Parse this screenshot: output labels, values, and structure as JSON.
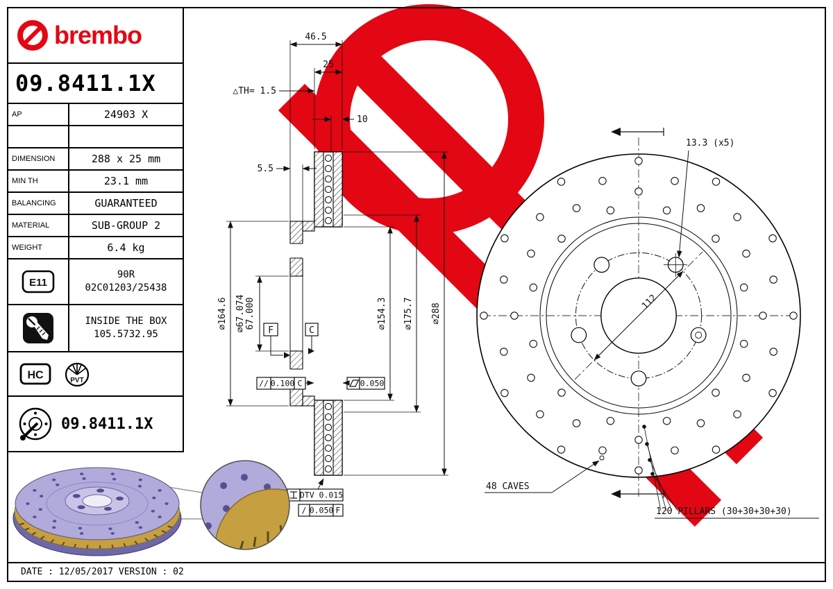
{
  "frame": {
    "date_line": "DATE : 12/05/2017 VERSION : 02"
  },
  "brand": {
    "wordmark": "brembo"
  },
  "header": {
    "part_number": "09.8411.1X"
  },
  "table": {
    "rows": [
      {
        "label": "AP",
        "value": "24903 X"
      },
      {
        "label": "",
        "value": ""
      },
      {
        "label": "DIMENSION",
        "value": "288 x 25 mm"
      },
      {
        "label": "MIN TH",
        "value": "23.1 mm"
      },
      {
        "label": "BALANCING",
        "value": "GUARANTEED"
      },
      {
        "label": "MATERIAL",
        "value": "SUB-GROUP 2"
      },
      {
        "label": "WEIGHT",
        "value": "6.4 kg"
      }
    ],
    "approval": {
      "badge": "E11",
      "line1": "90R",
      "line2": "02C01203/25438"
    },
    "inside_box": {
      "line1": "INSIDE THE BOX",
      "line2": "105.5732.95"
    },
    "badge_hc": "HC",
    "badge_pvt": "PVT",
    "disc_part_number": "09.8411.1X"
  },
  "section": {
    "dim_overall": "46.5",
    "dim_band": "25",
    "dim_th": "△TH= 1.5",
    "dim_plate": "10",
    "dim_hat": "5.5",
    "dia_hat": "⌀164.6",
    "dia_bore_max": "⌀67.074",
    "dia_bore_min": "67.000",
    "dia_inner": "⌀154.3",
    "dia_band_inner": "⌀175.7",
    "dia_outer": "⌀288",
    "datum_f": "F",
    "datum_c": "C",
    "tol_parallel_sym": "//",
    "tol_parallel_val": "0.100",
    "tol_parallel_datum": "C",
    "tol_flat_val": "0.050",
    "tol_dtv": "DTV 0.015",
    "tol_runout_sym": "/",
    "tol_runout_val": "0.050",
    "tol_runout_datum": "F"
  },
  "front": {
    "dim_bolt_holes": "13.3 (x5)",
    "dim_pcd": "112",
    "callout_caves": "48 CAVES",
    "callout_pillars": "120 PILLARS (30+30+30+30)"
  }
}
